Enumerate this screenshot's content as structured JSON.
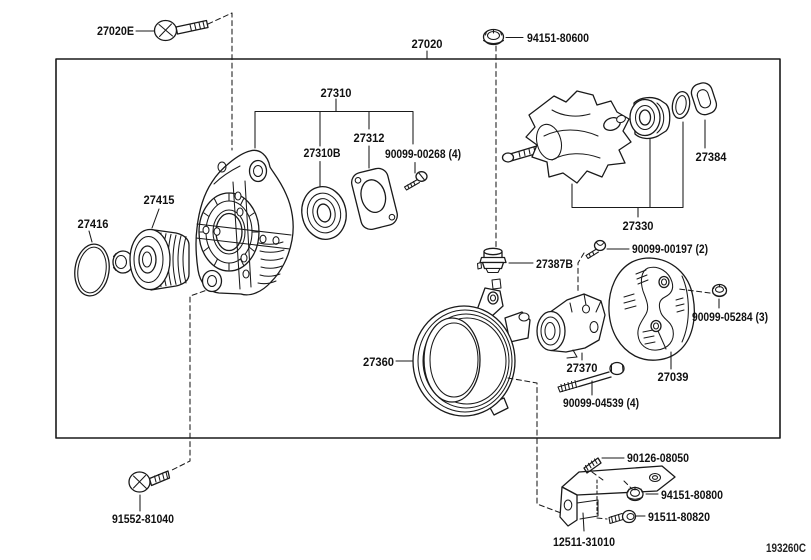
{
  "figure": {
    "code": "193260C",
    "kind": "alternator-exploded-parts-diagram"
  },
  "colors": {
    "line": "#1a1a1a",
    "background": "#ffffff"
  },
  "labels": {
    "p27020e": "27020E",
    "p27020": "27020",
    "p94151_80600": "94151-80600",
    "p27310": "27310",
    "p27312": "27312",
    "p27310b": "27310B",
    "p90099_00268": "90099-00268 (4)",
    "p27384": "27384",
    "p27330": "27330",
    "p27415": "27415",
    "p27416": "27416",
    "p27387b": "27387B",
    "p90099_00197": "90099-00197 (2)",
    "p90099_05284": "90099-05284 (3)",
    "p27360": "27360",
    "p27370": "27370",
    "p27039": "27039",
    "p90099_04539": "90099-04539 (4)",
    "p91552_81040": "91552-81040",
    "p90126_08050": "90126-08050",
    "p94151_80800": "94151-80800",
    "p91511_80820": "91511-80820",
    "p12511_31010": "12511-31010"
  }
}
